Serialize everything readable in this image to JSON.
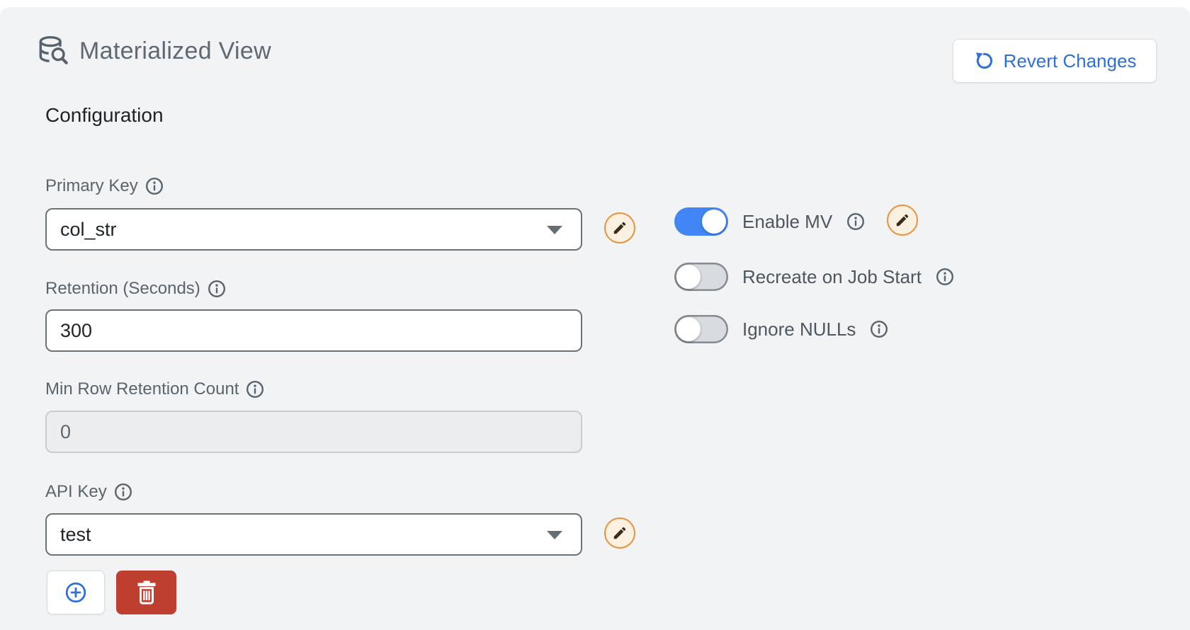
{
  "header": {
    "title": "Materialized View",
    "revert_button_label": "Revert Changes"
  },
  "section_title": "Configuration",
  "fields": {
    "primary_key": {
      "label": "Primary Key",
      "value": "col_str",
      "control": "select"
    },
    "retention_seconds": {
      "label": "Retention (Seconds)",
      "value": "300",
      "control": "input"
    },
    "min_row_retention_count": {
      "label": "Min Row Retention Count",
      "value": "0",
      "control": "input",
      "disabled": true
    },
    "api_key": {
      "label": "API Key",
      "value": "test",
      "control": "select"
    }
  },
  "toggles": {
    "enable_mv": {
      "label": "Enable MV",
      "state": "on"
    },
    "recreate_on_job_start": {
      "label": "Recreate on Job Start",
      "state": "off"
    },
    "ignore_nulls": {
      "label": "Ignore NULLs",
      "state": "off"
    }
  },
  "icons": {
    "header": "database-search-icon",
    "revert": "undo-icon",
    "edit": "pencil-icon",
    "info": "info-icon",
    "add": "plus-circle-icon",
    "delete": "trash-icon",
    "select_caret": "chevron-down-icon"
  },
  "colors": {
    "panel_bg": "#F1F3F5",
    "accent_blue": "#2F6FDB",
    "toggle_on_blue": "#4286F5",
    "edit_orange": "#E8913C",
    "delete_red": "#BE3E30",
    "input_border": "#6A737A",
    "label_gray": "#5A646D"
  }
}
